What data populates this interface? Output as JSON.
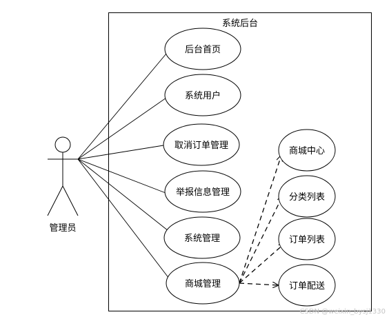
{
  "system": {
    "title": "系统后台"
  },
  "actor": {
    "label": "管理员"
  },
  "use_cases": {
    "home": "后台首页",
    "system_users": "系统用户",
    "cancel_order_mgmt": "取消订单管理",
    "report_info_mgmt": "举报信息管理",
    "system_mgmt": "系统管理",
    "mall_mgmt": "商城管理",
    "mall_center": "商城中心",
    "category_list": "分类列表",
    "order_list": "订单列表",
    "order_delivery": "订单配送"
  },
  "watermark": "CSDN @weixin_bysj1330"
}
